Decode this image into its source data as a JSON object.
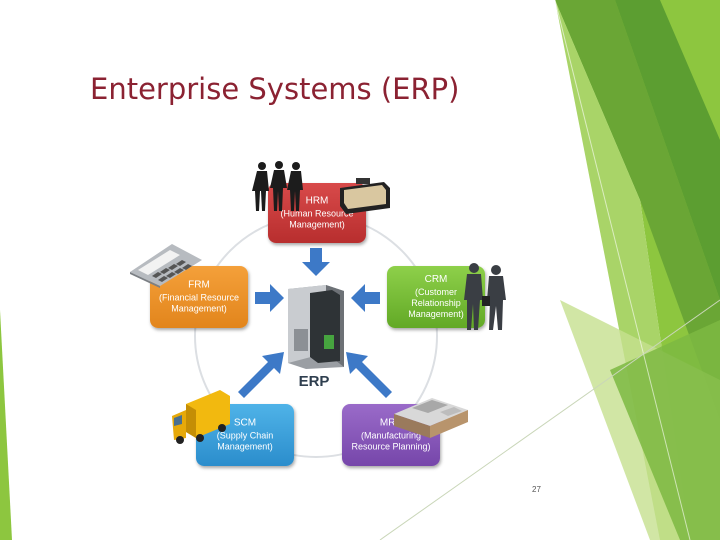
{
  "slide": {
    "title": "Enterprise Systems (ERP)",
    "page_number": "27"
  },
  "diagram": {
    "center_label": "ERP",
    "modules": [
      {
        "abbr": "HRM",
        "full": "(Human Resource Management)",
        "color": "#c93b3b"
      },
      {
        "abbr": "FRM",
        "full": "(Financial Resource Management)",
        "color": "#ec9127"
      },
      {
        "abbr": "CRM",
        "full": "(Customer Relationship Management)",
        "color": "#76bd35"
      },
      {
        "abbr": "SCM",
        "full": "(Supply Chain Management)",
        "color": "#3a9fda"
      },
      {
        "abbr": "MRP",
        "full": "(Manufacturing Resource Planning)",
        "color": "#8757b8"
      }
    ],
    "arrow_color": "#3d79c7",
    "icons": [
      "people-icon",
      "briefcase-icon",
      "calculator-icon",
      "businessmen-icon",
      "truck-icon",
      "factory-icon",
      "server-icon"
    ]
  },
  "theme": {
    "accent_greens": [
      "#8dc63f",
      "#5c9e31",
      "#c5e08f"
    ],
    "title_color": "#8b2232"
  }
}
